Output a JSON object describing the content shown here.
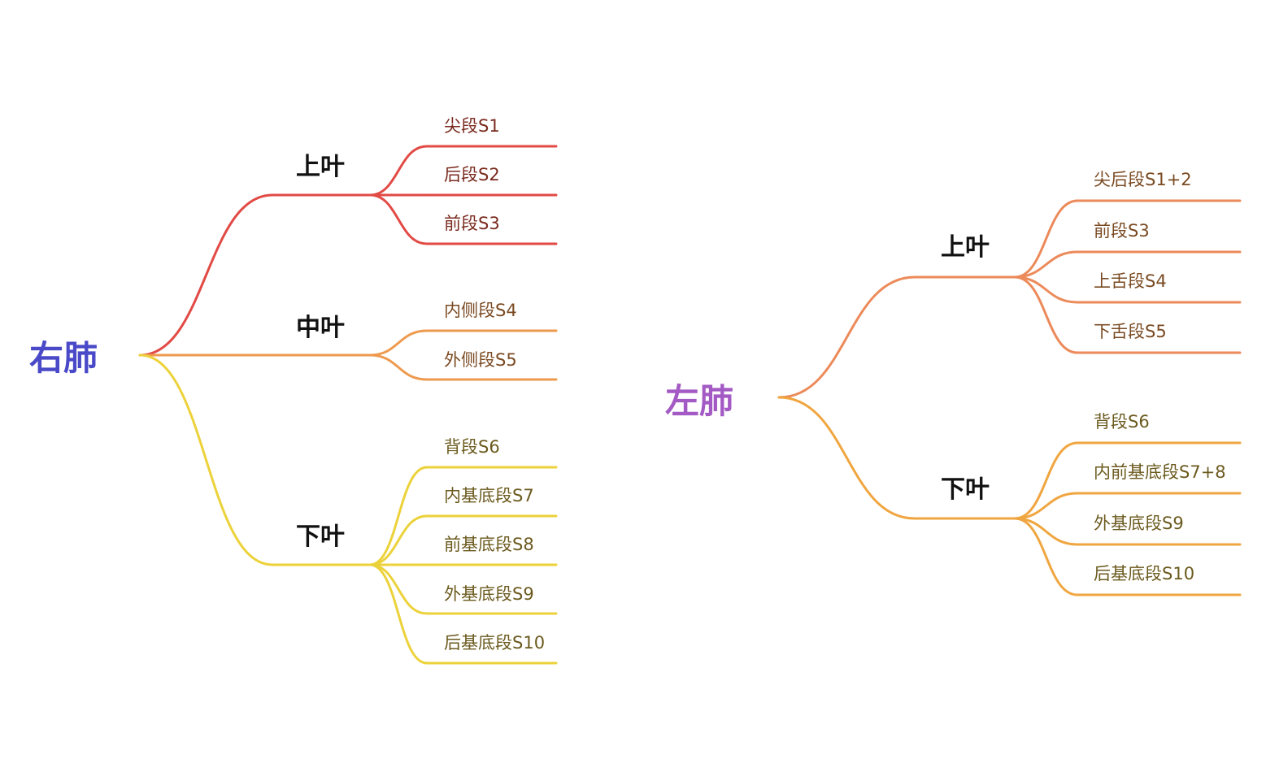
{
  "colors": {
    "right_root": "#4a4ac8",
    "left_root": "#a35ac4",
    "red": "#e24a45",
    "orange": "#ee9a4e",
    "yellow": "#ecd23a",
    "left_upper": "#ec8a5a",
    "left_lower": "#f0a640",
    "seg_red_text": "#7a2a1e",
    "seg_orange_text": "#7a4a22",
    "seg_yellow_text": "#6b5a1e"
  },
  "maps": [
    {
      "root": "右肺",
      "lobes": [
        {
          "label": "上叶",
          "segments": [
            "尖段S1",
            "后段S2",
            "前段S3"
          ]
        },
        {
          "label": "中叶",
          "segments": [
            "内侧段S4",
            "外侧段S5"
          ]
        },
        {
          "label": "下叶",
          "segments": [
            "背段S6",
            "内基底段S7",
            "前基底段S8",
            "外基底段S9",
            "后基底段S10"
          ]
        }
      ]
    },
    {
      "root": "左肺",
      "lobes": [
        {
          "label": "上叶",
          "segments": [
            "尖后段S1+2",
            "前段S3",
            "上舌段S4",
            "下舌段S5"
          ]
        },
        {
          "label": "下叶",
          "segments": [
            "背段S6",
            "内前基底段S7+8",
            "外基底段S9",
            "后基底段S10"
          ]
        }
      ]
    }
  ]
}
